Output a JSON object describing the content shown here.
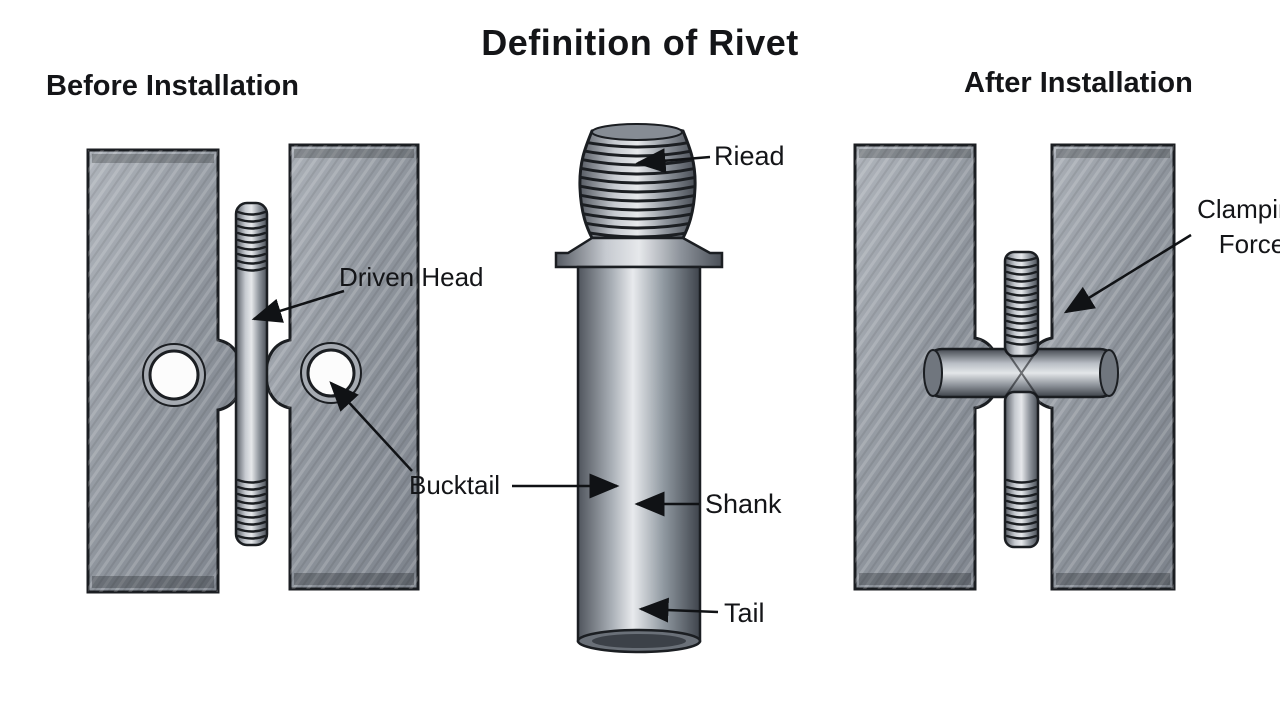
{
  "title": "Definition of Rivet",
  "panels": {
    "before": {
      "heading": "Before Installation"
    },
    "after": {
      "heading": "After Installation"
    }
  },
  "labels": {
    "driven_head": "Driven Head",
    "bucktail": "Bucktail",
    "head": "Riead",
    "shank": "Shank",
    "tail": "Tail",
    "clamping_force": "Clamping Force"
  },
  "colors": {
    "background": "#ffffff",
    "outline": "#1b1e22",
    "plate_light": "#b0b5bc",
    "plate_dark": "#7d838c",
    "metal_highlight": "#e6e8eb",
    "metal_shadow": "#4a4f57",
    "text": "#141518"
  }
}
